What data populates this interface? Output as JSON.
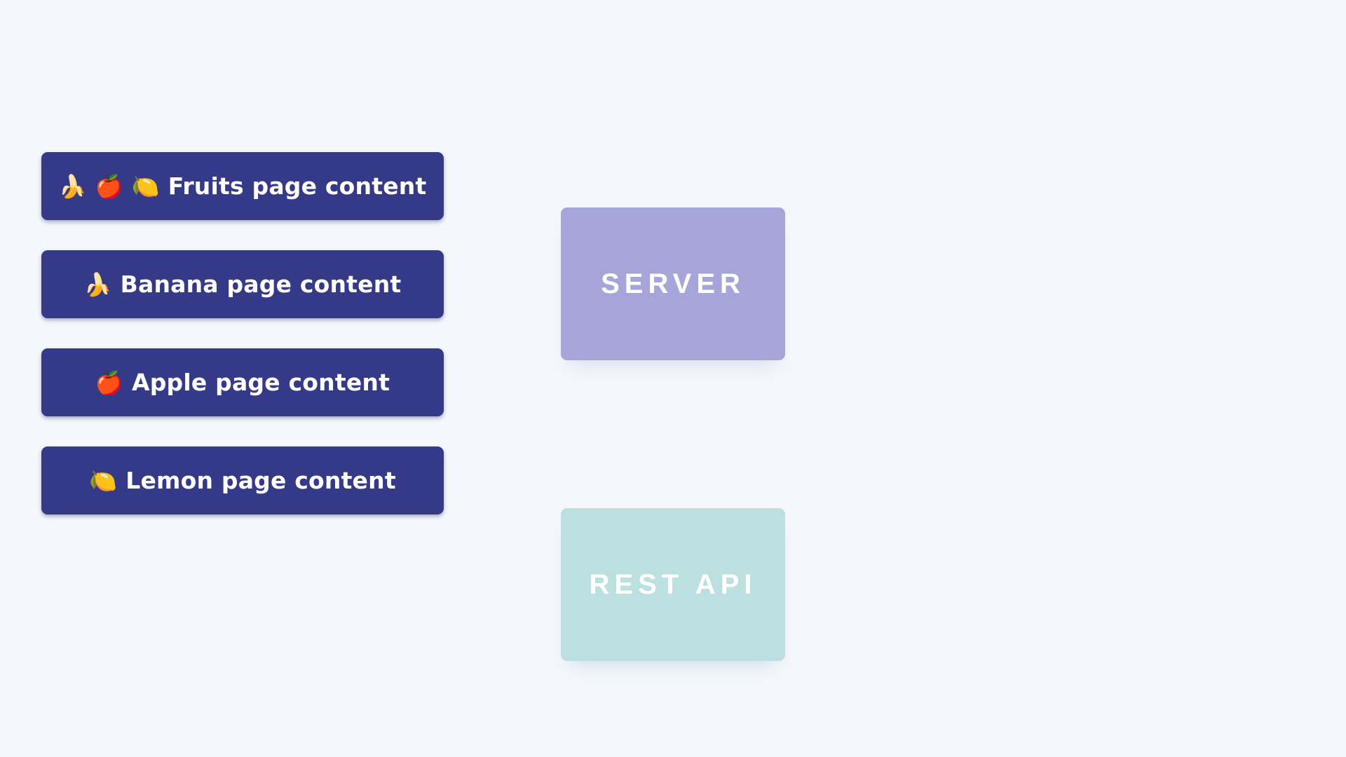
{
  "pages": [
    {
      "icons": [
        "🍌",
        "🍎",
        "🍋"
      ],
      "label": "Fruits page content"
    },
    {
      "icons": [
        "🍌"
      ],
      "label": "Banana page content"
    },
    {
      "icons": [
        "🍎"
      ],
      "label": "Apple page content"
    },
    {
      "icons": [
        "🍋"
      ],
      "label": "Lemon page content"
    }
  ],
  "nodes": {
    "server": "SERVER",
    "rest_api": "REST API"
  },
  "colors": {
    "background": "#f4f8fd",
    "card": "#343a87",
    "server": "#a5a5da",
    "rest_api": "#bcdfe0",
    "text": "#ffffff"
  },
  "icon_names": {
    "🍌": "banana-icon",
    "🍎": "apple-icon",
    "🍋": "lemon-icon"
  }
}
